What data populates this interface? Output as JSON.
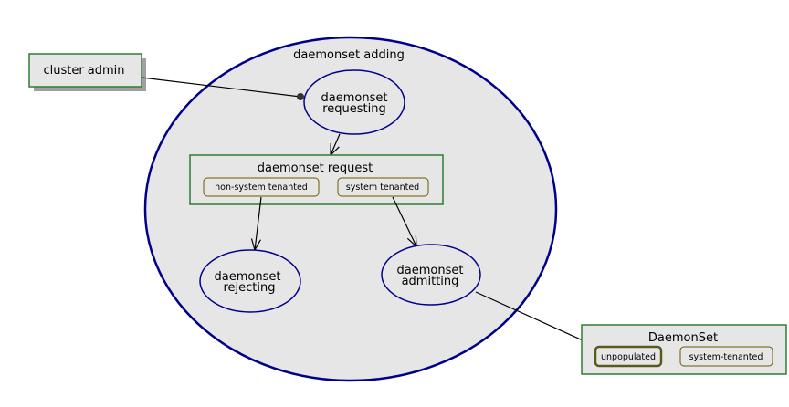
{
  "diagram": {
    "actor": {
      "label": "cluster admin"
    },
    "container": {
      "label": "daemonset adding"
    },
    "states": {
      "requesting": {
        "line1": "daemonset",
        "line2": "requesting"
      },
      "rejecting": {
        "line1": "daemonset",
        "line2": "rejecting"
      },
      "admitting": {
        "line1": "daemonset",
        "line2": "admitting"
      }
    },
    "request_box": {
      "title": "daemonset request",
      "tags": [
        "non-system tenanted",
        "system tenanted"
      ]
    },
    "target_box": {
      "title": "DaemonSet",
      "tags": [
        "unpopulated",
        "system-tenanted"
      ]
    },
    "colors": {
      "box_border": "#2e7d32",
      "ellipse_border": "#00008b",
      "fill": "#e6e6e6",
      "tag_border": "#6b5a00",
      "shadow": "#a0a0a0",
      "line": "#000000"
    }
  }
}
